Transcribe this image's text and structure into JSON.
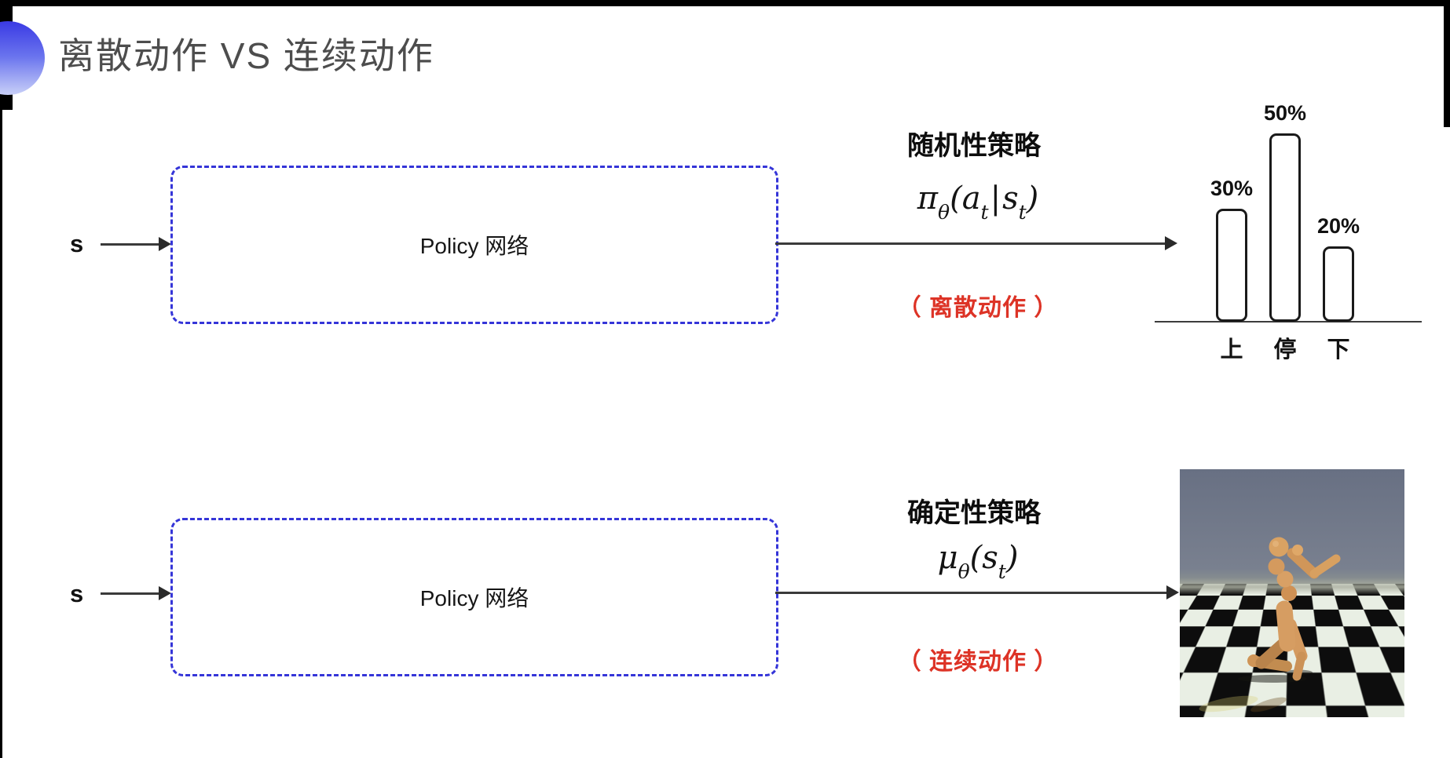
{
  "title": {
    "text": "离散动作 VS 连续动作"
  },
  "top_flow": {
    "input_label": "s",
    "box_label": "Policy 网络",
    "policy_type": "随机性策略",
    "action_note": "（ 离散动作 ）",
    "formula": {
      "sym": "π",
      "sym_sub": "θ",
      "open": "(",
      "arg1": "a",
      "arg1_sub": "t",
      "pipe": "|",
      "arg2": "s",
      "arg2_sub": "t",
      "close": ")"
    }
  },
  "bottom_flow": {
    "input_label": "s",
    "box_label": "Policy 网络",
    "policy_type": "确定性策略",
    "action_note": "（ 连续动作 ）",
    "formula": {
      "sym": "μ",
      "sym_sub": "θ",
      "open": "(",
      "arg1": "s",
      "arg1_sub": "t",
      "close": ")"
    }
  },
  "chart_data": {
    "type": "bar",
    "categories": [
      "上",
      "停",
      "下"
    ],
    "values": [
      30,
      50,
      20
    ],
    "value_labels": [
      "30%",
      "50%",
      "20%"
    ],
    "title": "",
    "xlabel": "",
    "ylabel": "",
    "ylim": [
      0,
      55
    ],
    "grid": false,
    "legend": false,
    "bar_fill": "#ffffff",
    "bar_border": "#1a1a1a"
  },
  "colors": {
    "accent_blue": "#3535d8",
    "note_red": "#dd3326",
    "title_gray": "#4d4d4d",
    "text_black": "#141414"
  }
}
